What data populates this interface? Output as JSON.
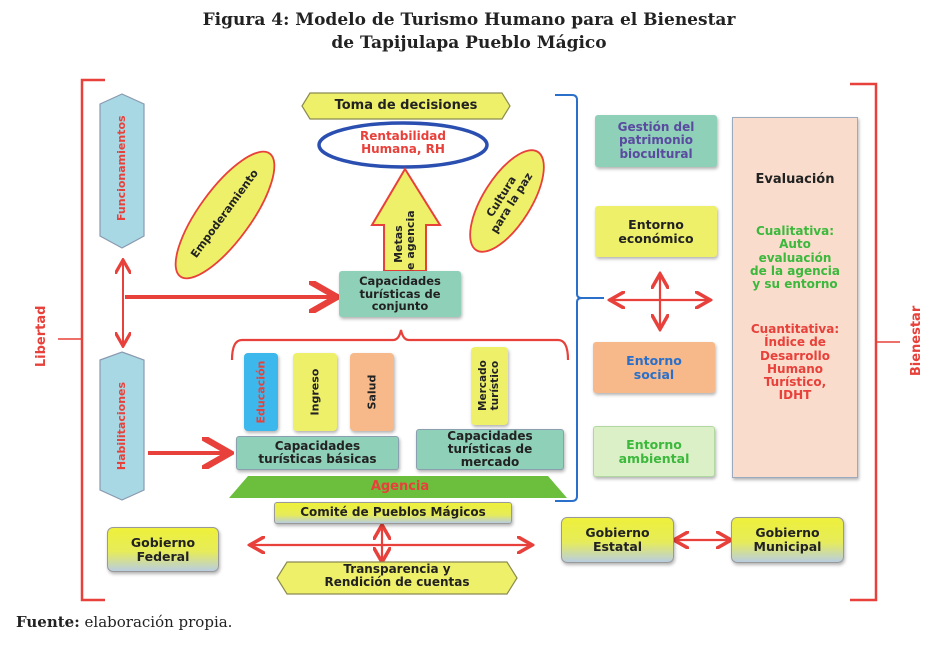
{
  "title": {
    "line1": "Figura 4: Modelo de Turismo Humano para el Bienestar",
    "line2": "de Tapijulapa Pueblo Mágico"
  },
  "side_labels": {
    "left": "Libertad",
    "right": "Bienestar"
  },
  "left_column": {
    "top": "Funcionamientos",
    "bottom": "Habilitaciones"
  },
  "center": {
    "decision": "Toma de decisiones",
    "rentabilidad": [
      "Rentabilidad",
      "Humana, RH"
    ],
    "empoderamiento": "Empoderamiento",
    "cultura": [
      "Cultura",
      "para la paz"
    ],
    "metas": [
      "Metas",
      "de agencia"
    ],
    "capacidades_conjunto": [
      "Capacidades",
      "turísticas de",
      "conjunto"
    ],
    "pillars": [
      "Educación",
      "Ingreso",
      "Salud"
    ],
    "mercado_turistico": [
      "Mercado",
      "turístico"
    ],
    "capacidades_basicas": [
      "Capacidades",
      "turísticas básicas"
    ],
    "capacidades_mercado": [
      "Capacidades",
      "turísticas de",
      "mercado"
    ],
    "agencia": "Agencia",
    "comite": "Comité de Pueblos Mágicos",
    "transparencia": [
      "Transparencia y",
      "Rendición de cuentas"
    ]
  },
  "right_column": {
    "gestion": [
      "Gestión del",
      "patrimonio",
      "biocultural"
    ],
    "economico": [
      "Entorno",
      "económico"
    ],
    "social": [
      "Entorno",
      "social"
    ],
    "ambiental": [
      "Entorno",
      "ambiental"
    ]
  },
  "evaluacion": {
    "heading": "Evaluación",
    "cualitativa": [
      "Cualitativa:",
      "Auto",
      "evaluación",
      "de la agencia",
      "y su entorno"
    ],
    "cuantitativa": [
      "Cuantitativa:",
      "Índice de",
      "Desarrollo",
      "Humano",
      "Turístico,",
      "IDHT"
    ]
  },
  "gobierno": {
    "federal": [
      "Gobierno",
      "Federal"
    ],
    "estatal": [
      "Gobierno",
      "Estatal"
    ],
    "municipal": [
      "Gobierno",
      "Municipal"
    ]
  },
  "source": {
    "label": "Fuente:",
    "text": " elaboración propia."
  },
  "colors": {
    "red": "#e8403a",
    "blue": "#2a6fc9",
    "yellow": "#eef06a",
    "teal": "#8fd0b8",
    "lightblue": "#a8d8e4",
    "peach": "#f9dccb",
    "orange": "#f7b98a",
    "green": "#6cbf3c"
  }
}
